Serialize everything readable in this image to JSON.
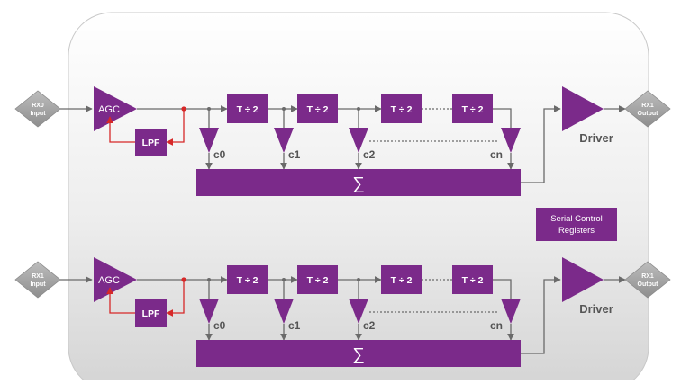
{
  "colors": {
    "block": "#7b2a8a",
    "wire": "#6a6a6a",
    "feedback": "#d62828",
    "io_diamond": "#9e9e9e",
    "panel_top": "#ffffff",
    "panel_bottom": "#d9d9d9",
    "label": "#555555"
  },
  "channels": [
    {
      "input": {
        "line1": "RX0",
        "line2": "Input"
      },
      "output": {
        "line1": "RX1",
        "line2": "Output"
      },
      "agc": "AGC",
      "lpf": "LPF",
      "delays": [
        "T ÷ 2",
        "T ÷ 2",
        "T ÷ 2",
        "T ÷ 2"
      ],
      "taps": [
        "c0",
        "c1",
        "c2",
        "cn"
      ],
      "sum": "∑",
      "driver": "Driver"
    },
    {
      "input": {
        "line1": "RX1",
        "line2": "Input"
      },
      "output": {
        "line1": "RX1",
        "line2": "Output"
      },
      "agc": "AGC",
      "lpf": "LPF",
      "delays": [
        "T ÷ 2",
        "T ÷ 2",
        "T ÷ 2",
        "T ÷ 2"
      ],
      "taps": [
        "c0",
        "c1",
        "c2",
        "cn"
      ],
      "sum": "∑",
      "driver": "Driver"
    }
  ],
  "serial_control": {
    "line1": "Serial Control",
    "line2": "Registers"
  }
}
